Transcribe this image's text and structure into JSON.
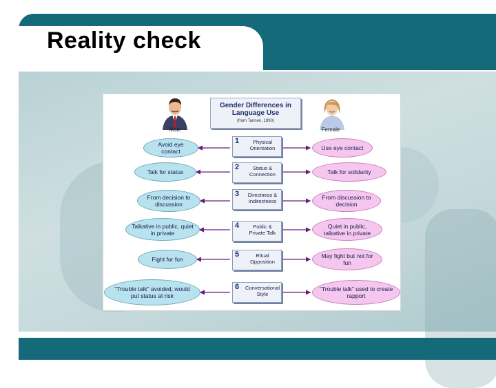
{
  "slide": {
    "title": "Reality check"
  },
  "diagram": {
    "header": {
      "title": "Gender Differences in Language Use",
      "subtitle": "(from Tannen, 1990)"
    },
    "male_label": "Male",
    "female_label": "Female",
    "rows": [
      {
        "number": "1",
        "topic": "Physical Orientation",
        "male": "Avoid eye contact",
        "female": "Use eye contact"
      },
      {
        "number": "2",
        "topic": "Status & Connection",
        "male": "Talk for status",
        "female": "Talk for solidarity"
      },
      {
        "number": "3",
        "topic": "Directness & Indirectness",
        "male": "From decision to discussion",
        "female": "From discussion to decision"
      },
      {
        "number": "4",
        "topic": "Public & Private Talk",
        "male": "Talkative in public, quiet in private",
        "female": "Quiet in public, talkative in private"
      },
      {
        "number": "5",
        "topic": "Ritual Opposition",
        "male": "Fight for fun",
        "female": "May fight but not for fun"
      },
      {
        "number": "6",
        "topic": "Conversational Style",
        "male": "\"Trouble talk\" avoided, would put status at risk",
        "female": "\"Trouble talk\" used to create rapport"
      }
    ],
    "colors": {
      "male_oval": "#b7e2ee",
      "female_oval": "#f5c7ef",
      "arrow": "#6a1b7a",
      "title_bar": "#156a7a"
    }
  }
}
